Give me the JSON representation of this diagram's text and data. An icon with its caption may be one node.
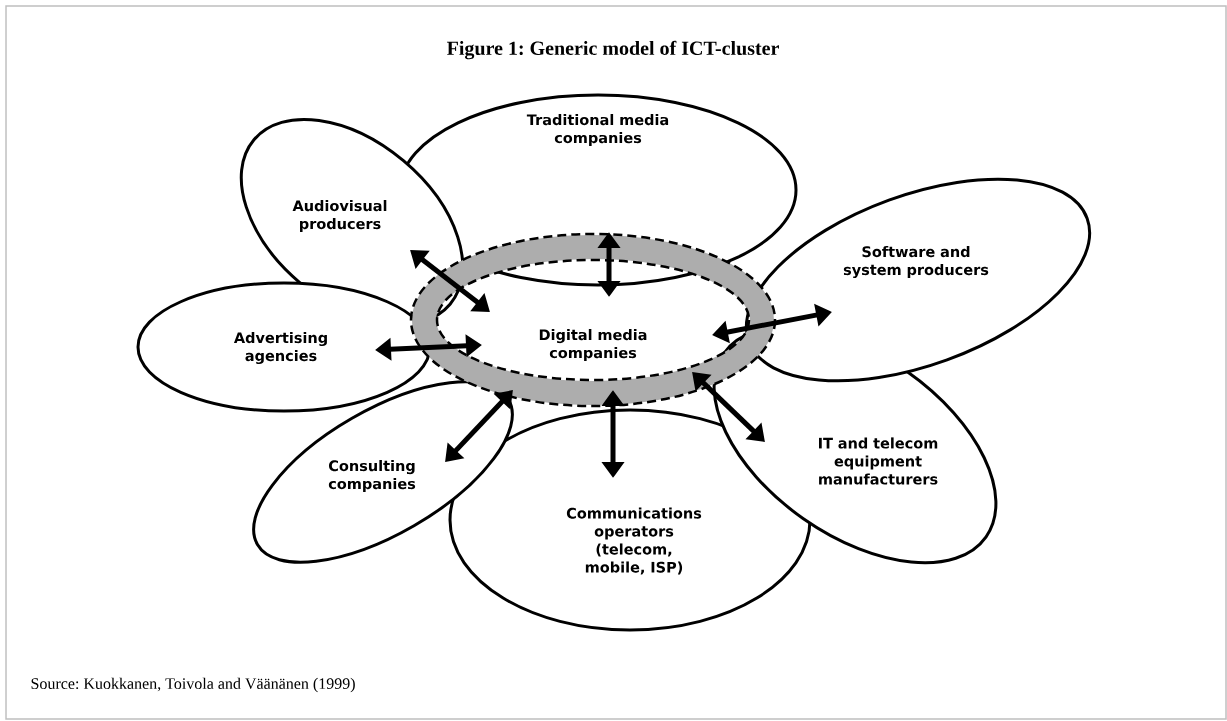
{
  "diagram": {
    "title": "Figure 1: Generic model of ICT-cluster",
    "caption": "Source: Kuokkanen, Toivola and Väänänen (1999)",
    "nodes": [
      {
        "text": [
          "Traditional media companies"
        ]
      },
      {
        "text": [
          "Audiovisual producers"
        ]
      },
      {
        "text": [
          "Software and system producers"
        ]
      },
      {
        "text": [
          "Advertising agencies"
        ]
      },
      {
        "text": [
          "Digital media companies"
        ]
      },
      {
        "text": [
          "IT and telecom equipment manufacturers"
        ]
      },
      {
        "text": [
          "Consulting companies"
        ]
      },
      {
        "text": [
          "Communications operators (telecom, mobile, ISP)"
        ]
      }
    ],
    "edges": [
      {
        "from": 0,
        "to": 4,
        "arrow": "both"
      },
      {
        "from": 1,
        "to": 4,
        "arrow": "both"
      },
      {
        "from": 2,
        "to": 4,
        "arrow": "both"
      },
      {
        "from": 3,
        "to": 4,
        "arrow": "both"
      },
      {
        "from": 5,
        "to": 4,
        "arrow": "both"
      },
      {
        "from": 6,
        "to": 4,
        "arrow": "both"
      },
      {
        "from": 7,
        "to": 4,
        "arrow": "both"
      }
    ]
  }
}
